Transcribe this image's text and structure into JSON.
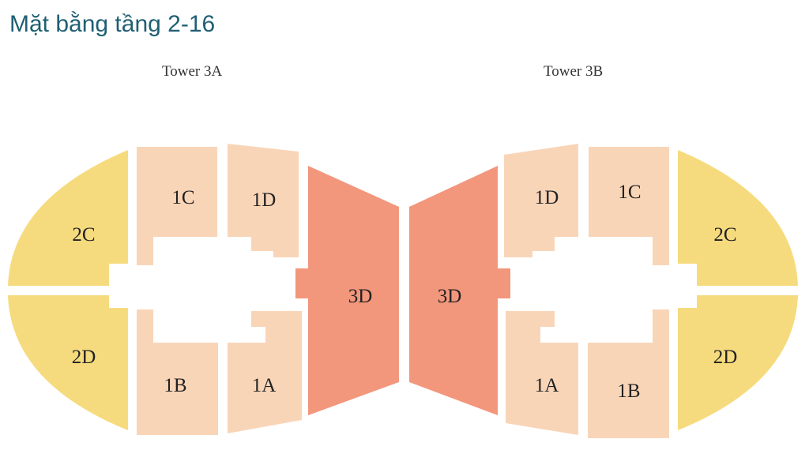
{
  "title": "Mặt bằng tầng 2-16",
  "towers": [
    {
      "label": "Tower 3A",
      "units": {
        "c2": "2C",
        "d2": "2D",
        "c1": "1C",
        "d1": "1D",
        "b1": "1B",
        "a1": "1A",
        "d3": "3D"
      }
    },
    {
      "label": "Tower 3B",
      "units": {
        "c2": "2C",
        "d2": "2D",
        "c1": "1C",
        "d1": "1D",
        "b1": "1B",
        "a1": "1A",
        "d3": "3D"
      }
    }
  ],
  "colors": {
    "unit_type_2": "#f6db7e",
    "unit_type_1": "#f9d5b8",
    "unit_type_3": "#f2967c",
    "title": "#1f5f73"
  }
}
